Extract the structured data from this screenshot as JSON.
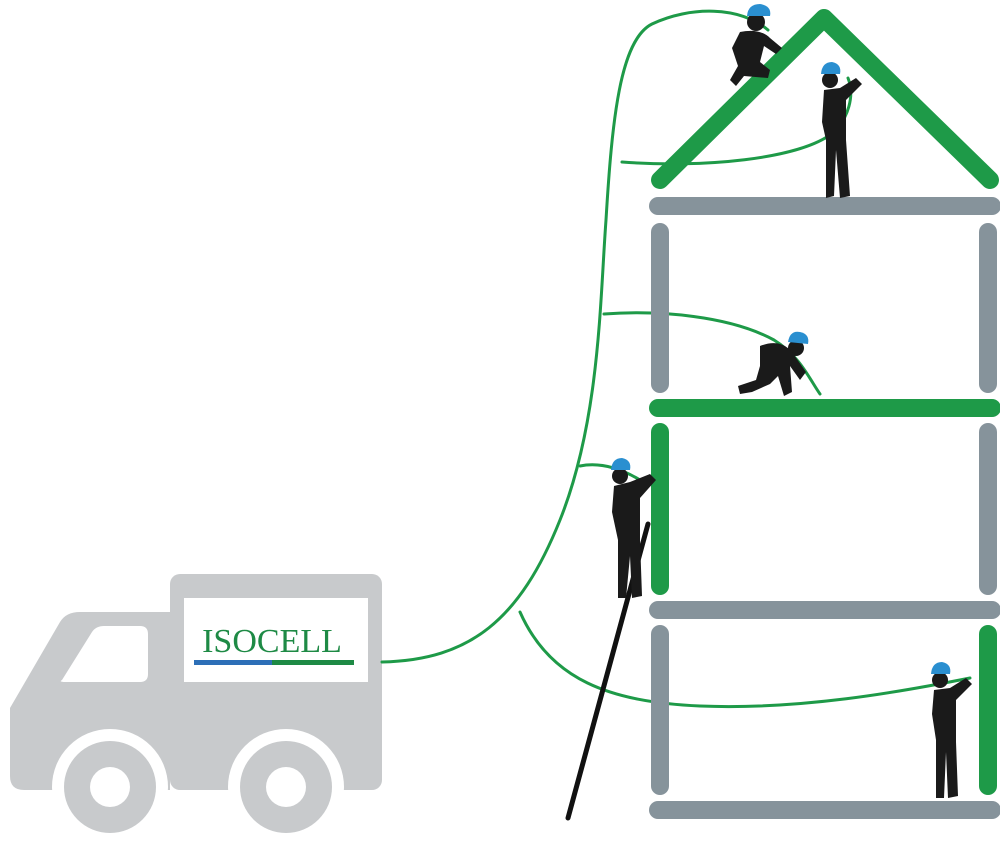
{
  "brand": {
    "name": "ISOCELL",
    "text_color": "#1e8a45",
    "underline_left": "#2d6fb7",
    "underline_right": "#1e8a45"
  },
  "colors": {
    "truck": "#c8cacc",
    "structure_gray": "#86939b",
    "insulated_green": "#1e9a48",
    "hose": "#1e9a48",
    "worker": "#1a1a1a",
    "helmet": "#2a8fd0",
    "ladder": "#111111"
  },
  "scene": {
    "truck": {
      "icon": "delivery-truck-icon"
    },
    "house": {
      "levels": [
        "roof",
        "upper-floor",
        "middle-floor",
        "ground-floor"
      ]
    },
    "workers": [
      {
        "name": "worker-roof-kneeling",
        "level": "roof"
      },
      {
        "name": "worker-roof-standing",
        "level": "roof"
      },
      {
        "name": "worker-floor-crawling",
        "level": "upper-floor"
      },
      {
        "name": "worker-on-ladder",
        "level": "middle-floor"
      },
      {
        "name": "worker-ground-standing",
        "level": "ground-floor"
      }
    ]
  }
}
